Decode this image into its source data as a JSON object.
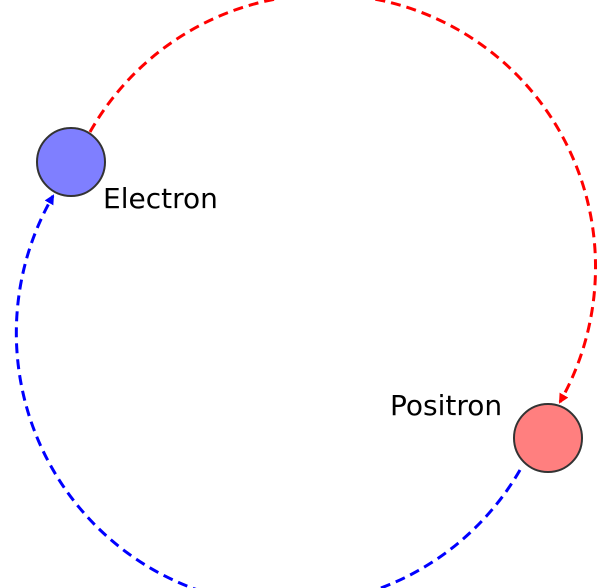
{
  "particles": {
    "electron": {
      "label": "Electron",
      "color": "#7f7fff"
    },
    "positron": {
      "label": "Positron",
      "color": "#ff7f7f"
    }
  },
  "paths": {
    "electron_to_positron": {
      "color": "#ff0000",
      "style": "dashed"
    },
    "positron_to_electron": {
      "color": "#0000ff",
      "style": "dashed"
    }
  }
}
